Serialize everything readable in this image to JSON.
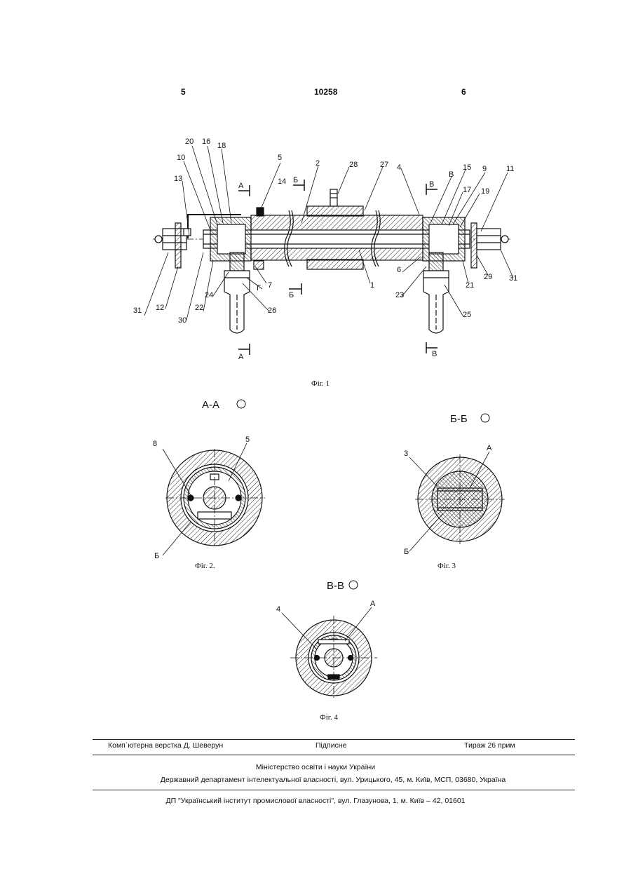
{
  "header": {
    "page_left": "5",
    "patent_number": "10258",
    "page_right": "6"
  },
  "figure1": {
    "caption": "Фіг. 1",
    "labels_top": [
      "20",
      "16",
      "18",
      "10",
      "13",
      "5",
      "14",
      "2",
      "28",
      "27",
      "4",
      "В",
      "15",
      "9",
      "11",
      "17",
      "19"
    ],
    "labels_bottom": [
      "31",
      "12",
      "30",
      "22",
      "24",
      "Г",
      "7",
      "26",
      "1",
      "23",
      "6",
      "25",
      "21",
      "29",
      "31"
    ],
    "section_marks": [
      "А",
      "Б",
      "В",
      "Б",
      "А",
      "В"
    ]
  },
  "figure2": {
    "section_title": "А-А",
    "caption": "Фіг. 2.",
    "labels": [
      "8",
      "5",
      "Б"
    ]
  },
  "figure3": {
    "section_title": "Б-Б",
    "caption": "Фіг. 3",
    "labels": [
      "3",
      "А",
      "Б"
    ]
  },
  "figure4": {
    "section_title": "В-В",
    "caption": "Фіг. 4",
    "labels": [
      "4",
      "А"
    ]
  },
  "footer": {
    "typesetter": "Комп`ютерна верстка Д. Шеверун",
    "signed": "Підписне",
    "circulation": "Тираж 26 прим",
    "ministry": "Міністерство освіти і науки України",
    "department": "Державний департамент інтелектуальної власності, вул. Урицького, 45, м. Київ, МСП, 03680, Україна",
    "institute": "ДП \"Український інститут промислової власності\", вул. Глазунова, 1, м. Київ – 42, 01601"
  }
}
